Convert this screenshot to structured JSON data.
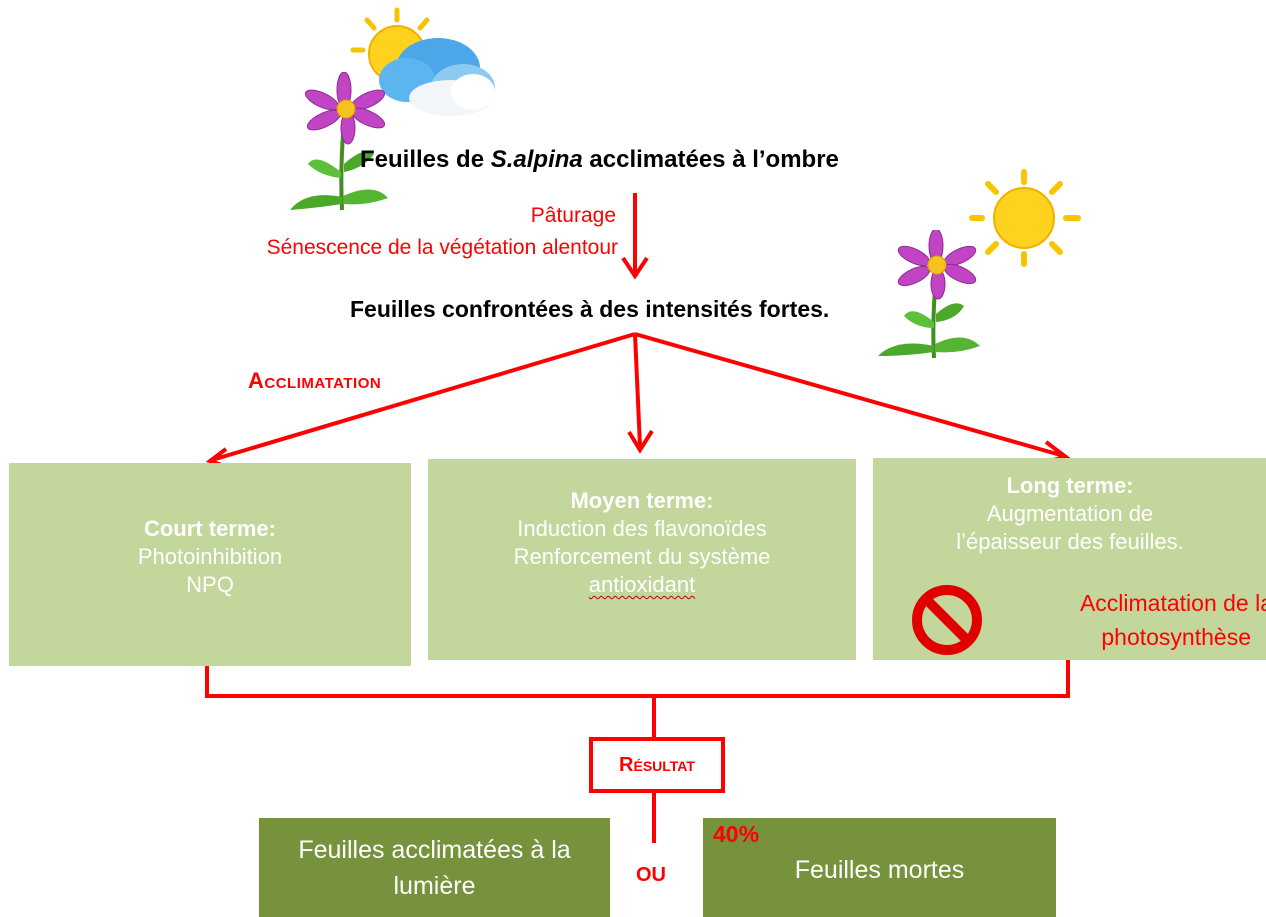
{
  "top": {
    "title_prefix": "Feuilles de ",
    "title_species": "S.alpina",
    "title_suffix": " acclimatées à l’ombre"
  },
  "causes": {
    "line1": "Pâturage",
    "line2": "Sénescence de la végétation alentour"
  },
  "middle": {
    "title": "Feuilles confrontées à des intensités fortes."
  },
  "branch_label": "Acclimatation",
  "boxes": {
    "short": {
      "heading": "Court terme:",
      "line1": "Photoinhibition",
      "line2": "NPQ"
    },
    "medium": {
      "heading": "Moyen terme:",
      "line1": "Induction des flavonoïdes",
      "line2": "Renforcement du système",
      "line3": "antioxidant"
    },
    "long": {
      "heading": "Long terme:",
      "line1": "Augmentation de",
      "line2": "l’épaisseur des feuilles.",
      "blocked_line1": "Acclimatation de la",
      "blocked_line2": "photosynthèse"
    }
  },
  "result_label": "Résultat",
  "outcomes": {
    "left_line1": "Feuilles acclimatées à la",
    "left_line2": "lumière",
    "or_label": "OU",
    "right_percent": "40%",
    "right_label": "Feuilles mortes"
  },
  "colors": {
    "arrow_red": "#ff0000",
    "box_light_green": "#c3d69b",
    "box_dark_green": "#76923c"
  },
  "icons": [
    "sun-cloud-icon",
    "flower-icon",
    "sun-icon",
    "flower-icon",
    "prohibited-icon"
  ]
}
